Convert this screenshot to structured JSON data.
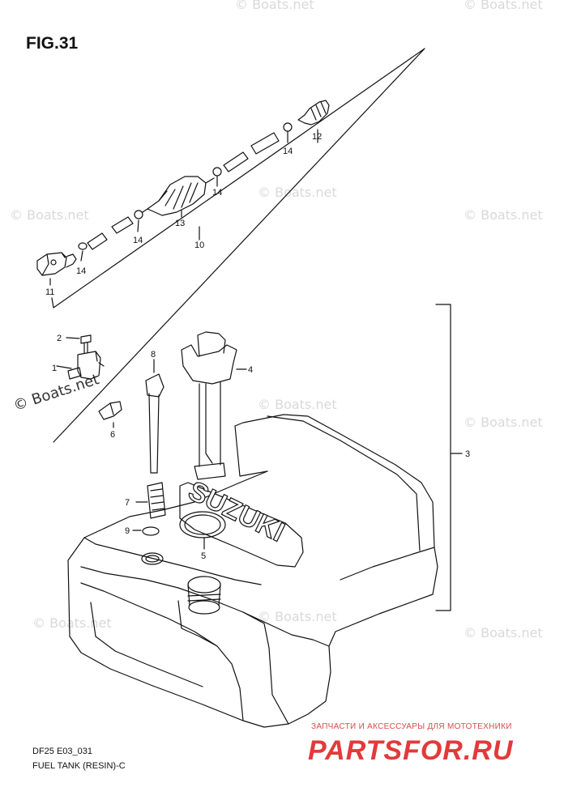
{
  "figure": {
    "title": "FIG.31",
    "code": "DF25 E03_031",
    "subtitle": "FUEL TANK (RESIN)-C"
  },
  "callouts": {
    "c1": "1",
    "c2": "2",
    "c3": "3",
    "c4": "4",
    "c5": "5",
    "c6": "6",
    "c7": "7",
    "c8": "8",
    "c9": "9",
    "c10": "10",
    "c11": "11",
    "c12": "12",
    "c13": "13",
    "c14": "14"
  },
  "tank_emboss": "SUZUKI",
  "watermark": {
    "text": "© Boats.net"
  },
  "shop": {
    "line": "ЗАПЧАСТИ И АКСЕССУАРЫ ДЛЯ МОТОТЕХНИКИ",
    "logo": "PARTSFOR.RU"
  }
}
